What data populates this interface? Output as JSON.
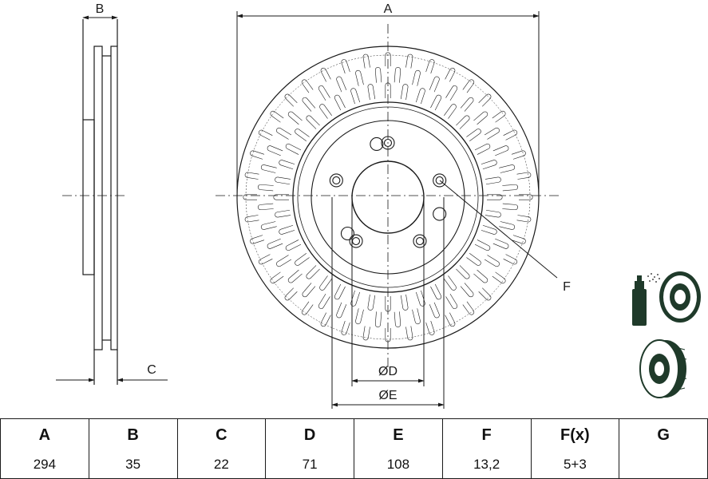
{
  "drawing": {
    "dimension_labels": {
      "a": "A",
      "b": "B",
      "c": "C",
      "d": "ØD",
      "e": "ØE",
      "f": "F"
    },
    "icons": [
      "brake-cleaner-spray-icon",
      "brake-disc-3d-icon"
    ],
    "line_color": "#1a1a1a",
    "icon_color": "#1f3a2a"
  },
  "specs": {
    "headers": [
      "A",
      "B",
      "C",
      "D",
      "E",
      "F",
      "F(x)",
      "G"
    ],
    "values": [
      "294",
      "35",
      "22",
      "71",
      "108",
      "13,2",
      "5+3",
      ""
    ]
  }
}
